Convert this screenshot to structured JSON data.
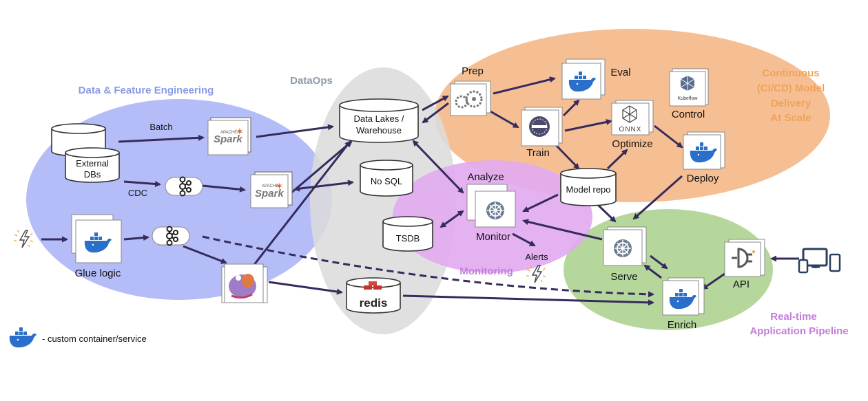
{
  "zones": {
    "data_feature_engineering": "Data & Feature Engineering",
    "dataops": "DataOps",
    "cicd_line1": "Continuous",
    "cicd_line2": "(CI/CD) Model",
    "cicd_line3": "Delivery",
    "cicd_line4": "At Scale",
    "monitoring": "Monitoring",
    "realtime_line1": "Real-time",
    "realtime_line2": "Application Pipeline"
  },
  "nodes": {
    "batch": "Batch",
    "external_dbs_line1": "External",
    "external_dbs_line2": "DBs",
    "cdc": "CDC",
    "glue_logic": "Glue logic",
    "data_lakes_line1": "Data Lakes /",
    "data_lakes_line2": "Warehouse",
    "no_sql": "No SQL",
    "redis": "redis",
    "tsdb": "TSDB",
    "prep": "Prep",
    "eval": "Eval",
    "train": "Train",
    "optimize": "Optimize",
    "onnx": "ONNX",
    "control": "Control",
    "kubeflow": "Kubeflow",
    "deploy": "Deploy",
    "model_repo": "Model repo",
    "analyze": "Analyze",
    "monitor": "Monitor",
    "alerts": "Alerts",
    "serve": "Serve",
    "enrich": "Enrich",
    "api": "API",
    "spark": "Spark",
    "apache": "APACHE"
  },
  "legend": {
    "text": "- custom container/service"
  },
  "colors": {
    "data_feature_zone": "#b4bdf7",
    "dataops_zone": "#dcdcdc",
    "cicd_zone": "#f6bf93",
    "monitoring_zone": "#e2aaf0",
    "realtime_zone": "#b6d79c",
    "arrow": "#352b5c",
    "docker_blue": "#2a6fc9"
  }
}
